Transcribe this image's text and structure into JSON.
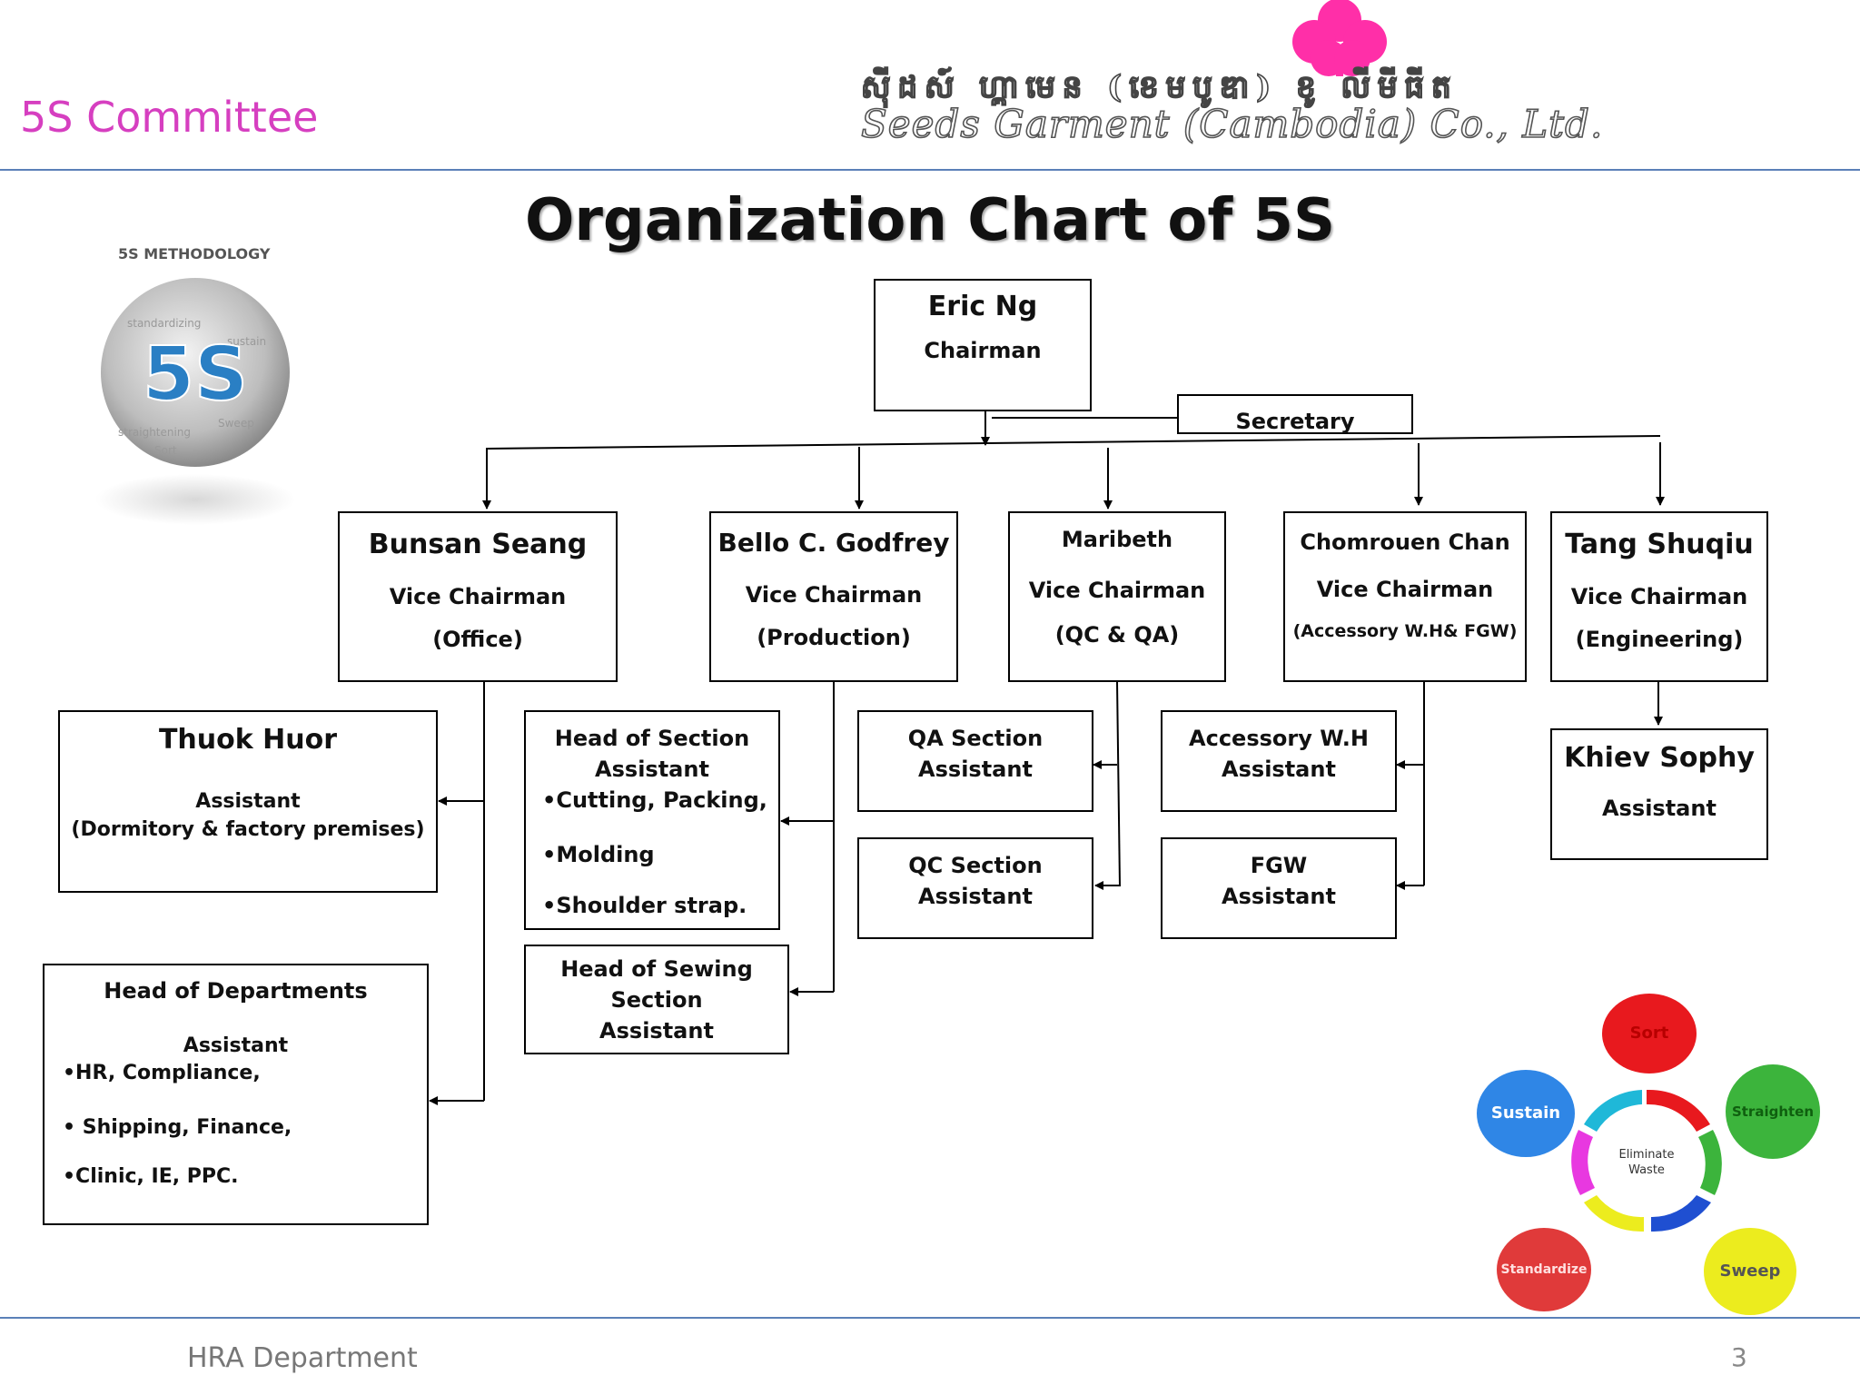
{
  "header": {
    "section_title": "5S Committee",
    "company_khmer": "ស៊ីដស៍ ហ្គាមេន (ខេមបូឌា) ខូ លីមីធីត",
    "company_english": "Seeds Garment (Cambodia) Co., Ltd."
  },
  "title": "Organization Chart of 5S",
  "methodology_label": "5S METHODOLOGY",
  "nodes": {
    "chairman": {
      "name": "Eric Ng",
      "role": "Chairman"
    },
    "secretary": {
      "label": "Secretary"
    },
    "vc_office": {
      "name": "Bunsan Seang",
      "role": "Vice Chairman",
      "dept": "(Office)"
    },
    "vc_production": {
      "name": "Bello C. Godfrey",
      "role": "Vice Chairman",
      "dept": "(Production)"
    },
    "vc_qc": {
      "name": "Maribeth",
      "role": "Vice Chairman",
      "dept": "(QC & QA)"
    },
    "vc_accessory": {
      "name": "Chomrouen Chan",
      "role": "Vice Chairman",
      "dept": "(Accessory  W.H& FGW)"
    },
    "vc_engineering": {
      "name": "Tang Shuqiu",
      "role": "Vice Chairman",
      "dept": "(Engineering)"
    },
    "thuok": {
      "name": "Thuok Huor",
      "role": "Assistant",
      "dept": "(Dormitory & factory premises)"
    },
    "head_depts": {
      "title": "Head of Departments",
      "role": "Assistant",
      "items": [
        "•HR, Compliance,",
        "• Shipping, Finance,",
        "•Clinic, IE,  PPC."
      ]
    },
    "head_section": {
      "line1": "Head of Section",
      "line2": "Assistant",
      "items": [
        "•Cutting, Packing,",
        "•Molding",
        "•Shoulder strap."
      ]
    },
    "head_sewing": {
      "line1": "Head of Sewing",
      "line2": "Section",
      "line3": "Assistant"
    },
    "qa_section": {
      "line1": "QA Section",
      "line2": "Assistant"
    },
    "qc_section": {
      "line1": "QC Section",
      "line2": "Assistant"
    },
    "accessory_wh": {
      "line1": "Accessory W.H",
      "line2": "Assistant"
    },
    "fgw": {
      "line1": "FGW",
      "line2": "Assistant"
    },
    "khiev": {
      "name": "Khiev Sophy",
      "role": "Assistant"
    }
  },
  "cycle": {
    "center": [
      "Eliminate",
      "Waste"
    ],
    "steps": [
      {
        "label": "Sort",
        "color": "#e8191e"
      },
      {
        "label": "Straighten",
        "color": "#3cb43c"
      },
      {
        "label": "Sweep",
        "color": "#ecec1e"
      },
      {
        "label": "Standardize",
        "color": "#e03a3a"
      },
      {
        "label": "Sustain",
        "color": "#2f86e6"
      }
    ]
  },
  "footer": {
    "department": "HRA Department",
    "page": "3"
  },
  "colors": {
    "accent": "#d63fc0",
    "rule": "#5b80b8",
    "logo": "#ff2fa8"
  }
}
